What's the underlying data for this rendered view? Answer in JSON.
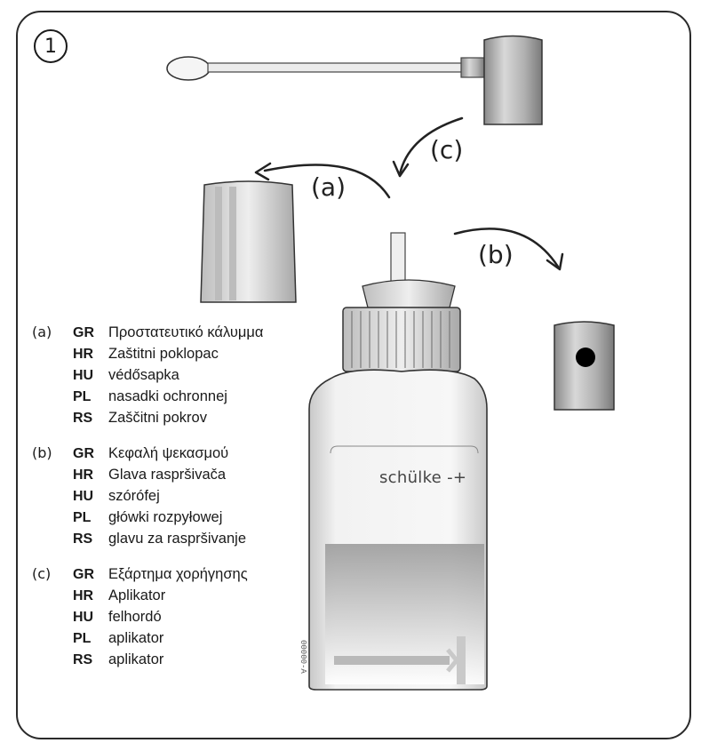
{
  "step": {
    "number": "1"
  },
  "callouts": {
    "a": "(a)",
    "b": "(b)",
    "c": "(c)"
  },
  "bottle": {
    "brand": "schülke -+",
    "code": "00000-A"
  },
  "legend": [
    {
      "tag": "(a)",
      "entries": [
        {
          "code": "GR",
          "term": "Προστατευτικό κάλυμμα"
        },
        {
          "code": "HR",
          "term": "Zaštitni poklopac"
        },
        {
          "code": "HU",
          "term": "védősapka"
        },
        {
          "code": "PL",
          "term": "nasadki ochronnej"
        },
        {
          "code": "RS",
          "term": "Zaščitni pokrov"
        }
      ]
    },
    {
      "tag": "(b)",
      "entries": [
        {
          "code": "GR",
          "term": "Κεφαλή ψεκασμού"
        },
        {
          "code": "HR",
          "term": "Glava raspršivača"
        },
        {
          "code": "HU",
          "term": "szórófej"
        },
        {
          "code": "PL",
          "term": "główki rozpyłowej"
        },
        {
          "code": "RS",
          "term": "glavu za raspršivanje"
        }
      ]
    },
    {
      "tag": "(c)",
      "entries": [
        {
          "code": "GR",
          "term": "Εξάρτημα χορήγησης"
        },
        {
          "code": "HR",
          "term": "Aplikator"
        },
        {
          "code": "HU",
          "term": "felhordó"
        },
        {
          "code": "PL",
          "term": "aplikator"
        },
        {
          "code": "RS",
          "term": "aplikator"
        }
      ]
    }
  ],
  "colors": {
    "outline": "#2a2a2a",
    "shading": "#9a9a9a",
    "label_band": "#bfbfbf",
    "nozzle_hole": "#000000"
  }
}
